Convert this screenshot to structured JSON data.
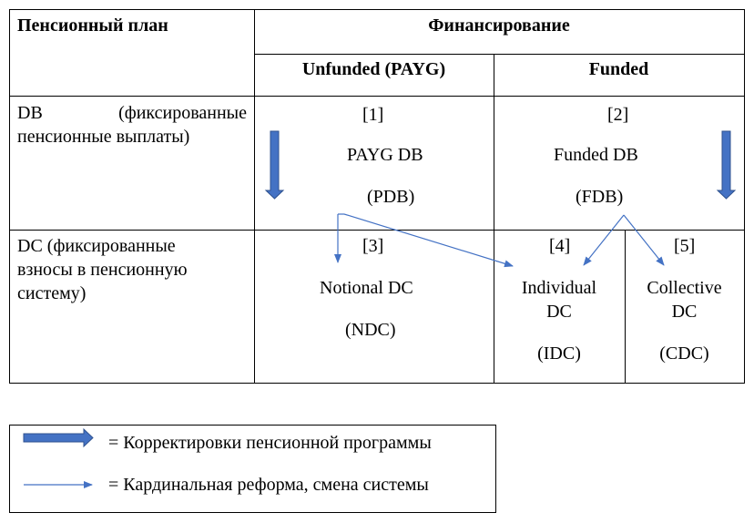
{
  "table": {
    "header_plan": "Пенсионный план",
    "header_financing": "Финансирование",
    "col_unfunded": "Unfunded (PAYG)",
    "col_funded": "Funded",
    "row_db": {
      "label_line1": "DB (фиксированные",
      "label_line2": "пенсионные выплаты)"
    },
    "row_dc": {
      "label_line1": "DC (фиксированные",
      "label_line2": "взносы в пенсионную",
      "label_line3": "систему)"
    },
    "cells": {
      "pdb": {
        "num": "[1]",
        "name": "PAYG DB",
        "abbr": "(PDB)"
      },
      "fdb": {
        "num": "[2]",
        "name": "Funded DB",
        "abbr": "(FDB)"
      },
      "ndc": {
        "num": "[3]",
        "name": "Notional DC",
        "abbr": "(NDC)"
      },
      "idc": {
        "num": "[4]",
        "name_line1": "Individual",
        "name_line2": "DC",
        "abbr": "(IDC)"
      },
      "cdc": {
        "num": "[5]",
        "name_line1": "Collective",
        "name_line2": "DC",
        "abbr": "(CDC)"
      }
    }
  },
  "legend": {
    "thick_arrow_text": "= Корректировки пенсионной программы",
    "thin_arrow_text": "= Кардинальная реформа, смена системы"
  },
  "colors": {
    "arrow_blue": "#4472C4",
    "arrow_border": "#2F528F"
  }
}
